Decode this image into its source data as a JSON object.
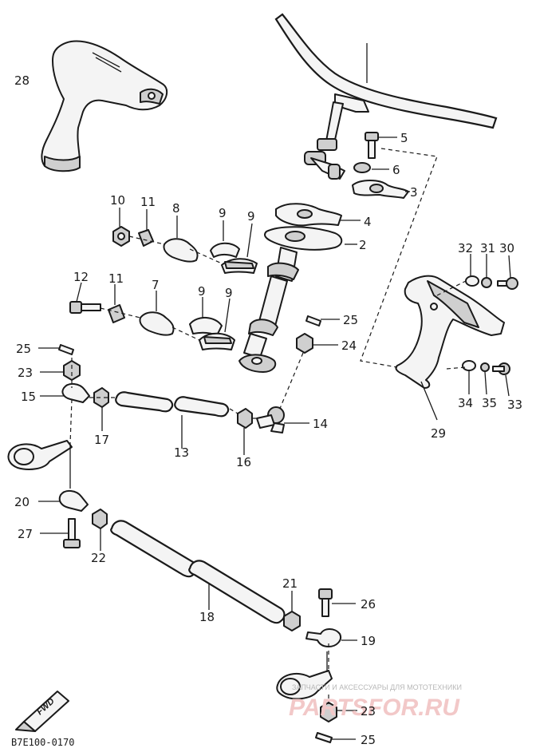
{
  "labels": {
    "p2": "2",
    "p3": "3",
    "p4": "4",
    "p5": "5",
    "p6": "6",
    "p7": "7",
    "p8": "8",
    "p9a": "9",
    "p9b": "9",
    "p9c": "9",
    "p9d": "9",
    "p10": "10",
    "p11a": "11",
    "p11b": "11",
    "p12": "12",
    "p13": "13",
    "p14": "14",
    "p15": "15",
    "p16": "16",
    "p17": "17",
    "p18": "18",
    "p19": "19",
    "p20": "20",
    "p21": "21",
    "p22": "22",
    "p23a": "23",
    "p23b": "23",
    "p24": "24",
    "p25a": "25",
    "p25b": "25",
    "p25c": "25",
    "p26": "26",
    "p27": "27",
    "p28": "28",
    "p29": "29",
    "p30": "30",
    "p31": "31",
    "p32": "32",
    "p33": "33",
    "p34": "34",
    "p35": "35"
  },
  "diagram_code": "B7E100-0170",
  "fwd_label": "FWD",
  "watermark": {
    "caption": "ЗАПЧАСТИ И АКСЕССУАРЫ ДЛЯ МОТОТЕХНИКИ",
    "brand": "PARTSFOR.RU"
  }
}
